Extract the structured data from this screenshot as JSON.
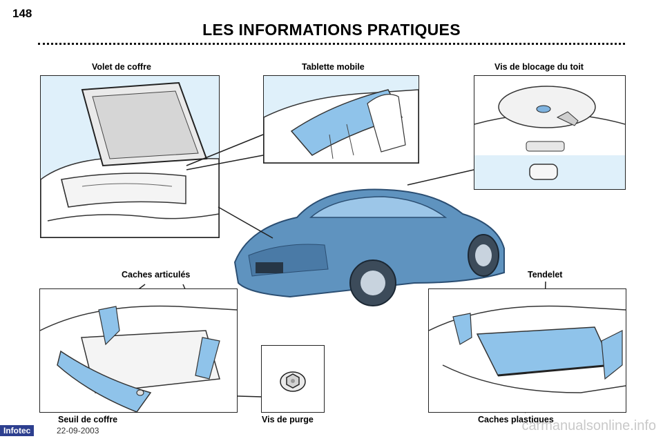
{
  "page": {
    "number": "148",
    "title": "LES INFORMATIONS PRATIQUES"
  },
  "labels": {
    "volet": "Volet de coffre",
    "tablette": "Tablette mobile",
    "vis_blocage": "Vis de blocage du toit",
    "caches_articules": "Caches articulés",
    "tendelet": "Tendelet",
    "seuil": "Seuil de coffre",
    "vis_purge": "Vis de purge",
    "caches_plastiques": "Caches plastiques"
  },
  "footer": {
    "logo": "Infotec",
    "date": "22-09-2003",
    "watermark": "carmanualsonline.info"
  },
  "colors": {
    "panel_bg": "#dff0fa",
    "highlight": "#8fc3ea",
    "car_body": "#5f93bf",
    "footer_logo_bg": "#2d3f8f"
  }
}
